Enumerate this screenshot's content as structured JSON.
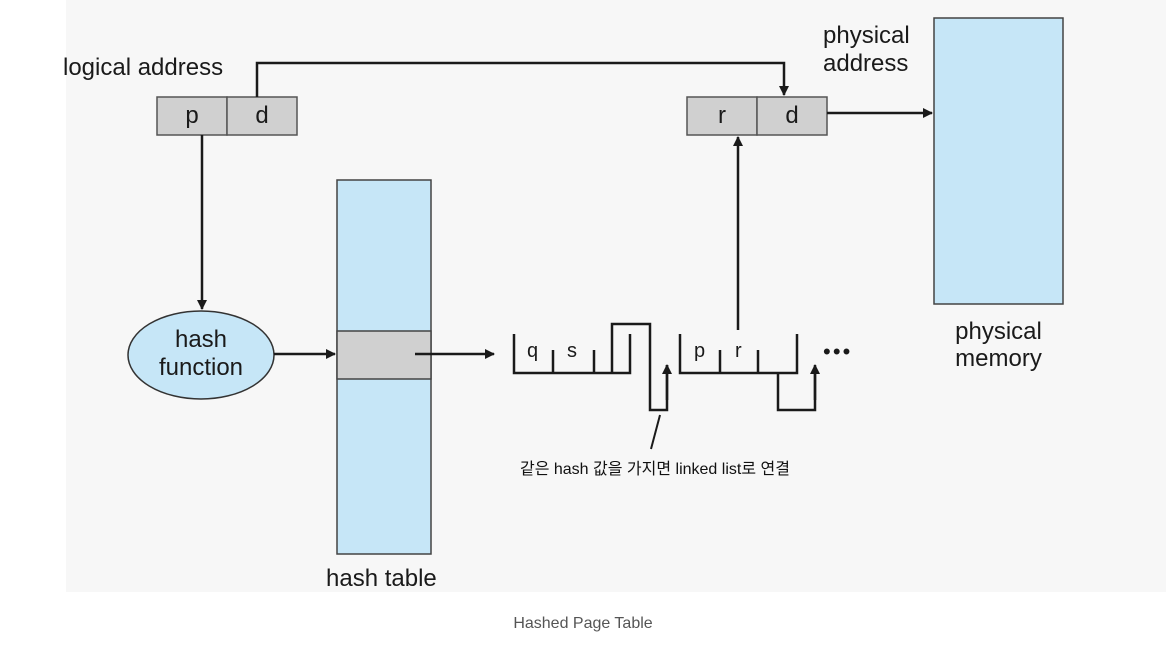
{
  "diagram": {
    "logical_address_label": "logical address",
    "logical_p": "p",
    "logical_d": "d",
    "physical_address_label": [
      "physical",
      "address"
    ],
    "physical_r": "r",
    "physical_d": "d",
    "physical_memory_label": [
      "physical",
      "memory"
    ],
    "hash_function_label": [
      "hash",
      "function"
    ],
    "hash_table_label": "hash table",
    "chain_node1": [
      "q",
      "s"
    ],
    "chain_node2": [
      "p",
      "r"
    ],
    "ellipsis": "• • •",
    "collision_note": "같은 hash 값을 가지면 linked list로 연결"
  },
  "colors": {
    "panel_bg": "#f7f7f7",
    "light_blue": "#c6e6f7",
    "gray_cell": "#d0d0d0",
    "line": "#1a1a1a"
  },
  "caption": "Hashed Page Table"
}
